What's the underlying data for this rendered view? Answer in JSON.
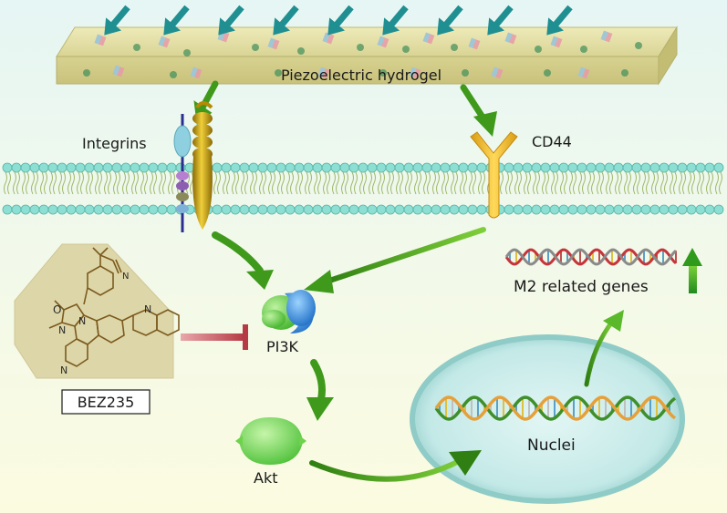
{
  "labels": {
    "hydrogel": "Piezoelectric hydrogel",
    "integrins": "Integrins",
    "cd44": "CD44",
    "pi3k": "PI3K",
    "akt": "Akt",
    "nuclei": "Nuclei",
    "m2_genes": "M2 related genes",
    "inhibitor": "BEZ235"
  },
  "molecule_atom_labels": {
    "carbonyl_o": "O",
    "nitrile_n": "N",
    "imidazole_n1": "N",
    "imidazole_n3": "N",
    "quinoline_n": "N",
    "quinoline_n2": "N"
  },
  "colors": {
    "background_top": "#e9f7f4",
    "background_bottom": "#fbfbe2",
    "hydrogel": "#e3dfa2",
    "force_arrow": "#1f8f92",
    "signal_arrow": "#3f9a1c",
    "membrane_head": "#7fd8cc",
    "integrin_gold": "#c9a310",
    "cd44": "#f0bf2a",
    "pi3k_green": "#8ee06a",
    "pi3k_blue": "#3a8fdc",
    "akt": "#8ee06a",
    "nucleus_fill": "#cdeeee",
    "nucleus_rim": "#8fcbc7",
    "dna_green": "#3f8f2a",
    "dna_orange": "#e6a03a",
    "dna_red": "#c5343a",
    "inhibit_red": "#b53a44",
    "molecule_panel": "#ddd6a8",
    "molecule_bond": "#7b5a1e"
  },
  "icons": {
    "force_arrows": "down-left-arrow-icon",
    "up_arrow": "up-arrow-icon",
    "inhibition": "t-bar-inhibit-icon"
  }
}
